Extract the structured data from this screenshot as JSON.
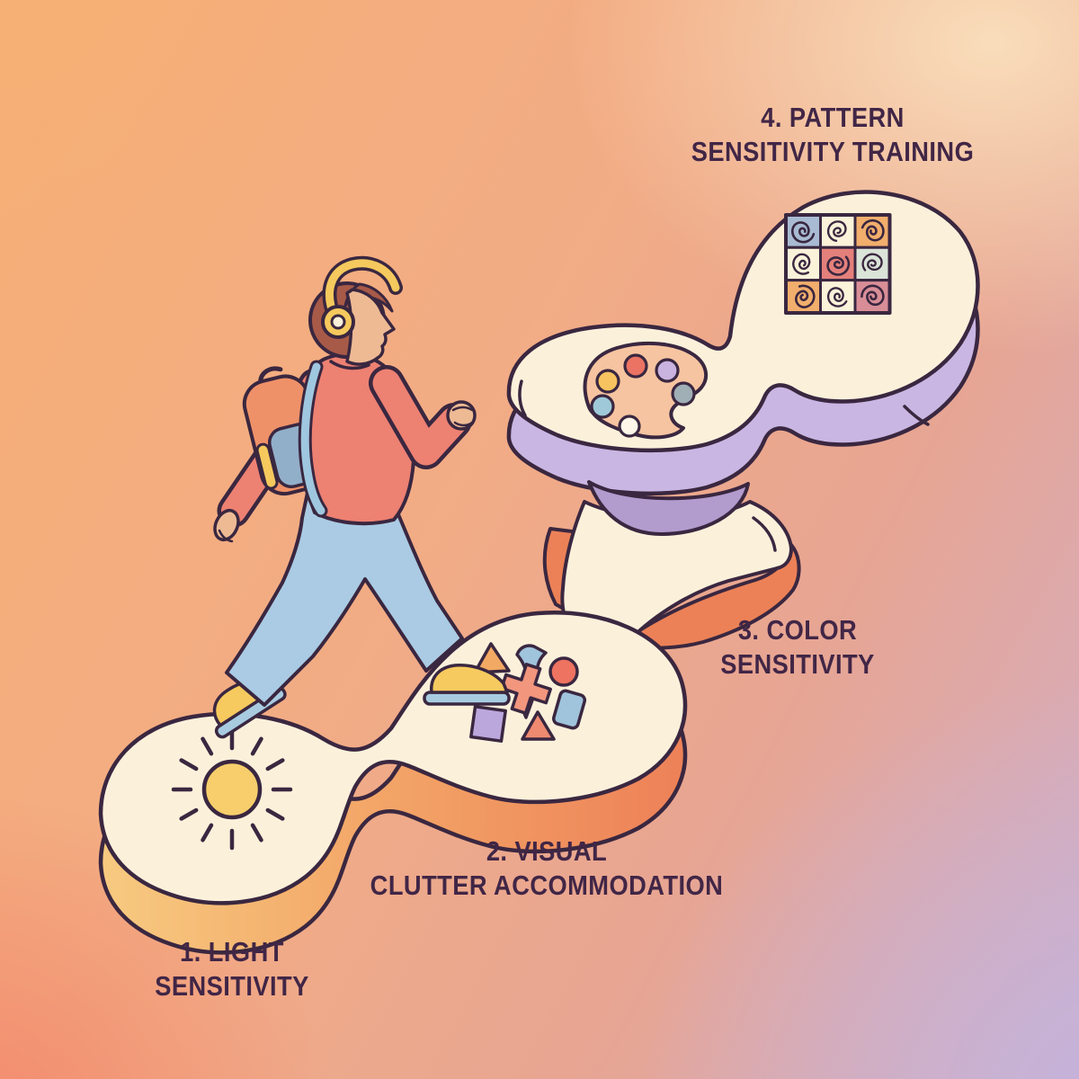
{
  "illustration": {
    "description": "Person with headphones and backpack walking up four blob-shaped isometric steps",
    "outline_color": "#3A2740",
    "platform_top_color": "#FBF1DB",
    "label_text_color": "#412646"
  },
  "background": {
    "top_left": "#F6AF75",
    "top_right": "#F9DFBC",
    "bottom_left": "#F2836B",
    "bottom_right": "#C6B5DB"
  },
  "steps": [
    {
      "id": "1",
      "label_line1": "1. LIGHT",
      "label_line2": "SENSITIVITY",
      "icon": "sun-icon",
      "side_color": "#F6C077",
      "sun_color": "#F7CE6B"
    },
    {
      "id": "2",
      "label_line1": "2. VISUAL",
      "label_line2": "CLUTTER ACCOMMODATION",
      "icon": "scattered-shapes-icon",
      "side_color": "#EE8458",
      "shapes": [
        {
          "shape": "triangle",
          "color": "#F2A963"
        },
        {
          "shape": "bent-ribbon",
          "color": "#9FC4DC"
        },
        {
          "shape": "circle",
          "color": "#EE7360"
        },
        {
          "shape": "cone",
          "color": "#F2A963"
        },
        {
          "shape": "cross",
          "color": "#F2967E"
        },
        {
          "shape": "square",
          "color": "#BBA7DC"
        },
        {
          "shape": "rounded-rectangle",
          "color": "#9FC4DC"
        },
        {
          "shape": "triangle",
          "color": "#EE8A70"
        }
      ]
    },
    {
      "id": "3",
      "label_line1": "3. COLOR",
      "label_line2": "SENSITIVITY",
      "icon": "paint-palette-icon",
      "side_color": "#C9B6E2",
      "palette_body_color": "#F6C4A0",
      "paint_colors": [
        "#EA7363",
        "#C9B3DF",
        "#F6C35F",
        "#9FAFB5",
        "#9FC9D8",
        "#FDF6E9"
      ]
    },
    {
      "id": "4",
      "label_line1": "4. PATTERN",
      "label_line2": "SENSITIVITY TRAINING",
      "icon": "spiral-pattern-grid-icon",
      "side_color": "#C9B6E2",
      "grid_colors": [
        "#A8BBD3",
        "#FBF2DA",
        "#F1AE6C",
        "#FBF2DA",
        "#E4807B",
        "#DAE4D8",
        "#F1AE6C",
        "#FBF2DA",
        "#D98E97"
      ]
    }
  ],
  "character": {
    "name": "student-with-headphones",
    "hair_color": "#A85A48",
    "skin_color": "#EDBA94",
    "sweater_color": "#ED8172",
    "pants_color": "#AACBE3",
    "shoe_color": "#F6CA5E",
    "sole_color": "#A8CBE0",
    "headphones_color": "#F5C95D",
    "headphone_pad_color": "#FBF0D8",
    "backpack_color": "#EF9168",
    "backpack_pocket_color": "#92AFC9",
    "backpack_accent_color": "#F5C95D",
    "strap_color": "#9FC7DF"
  }
}
